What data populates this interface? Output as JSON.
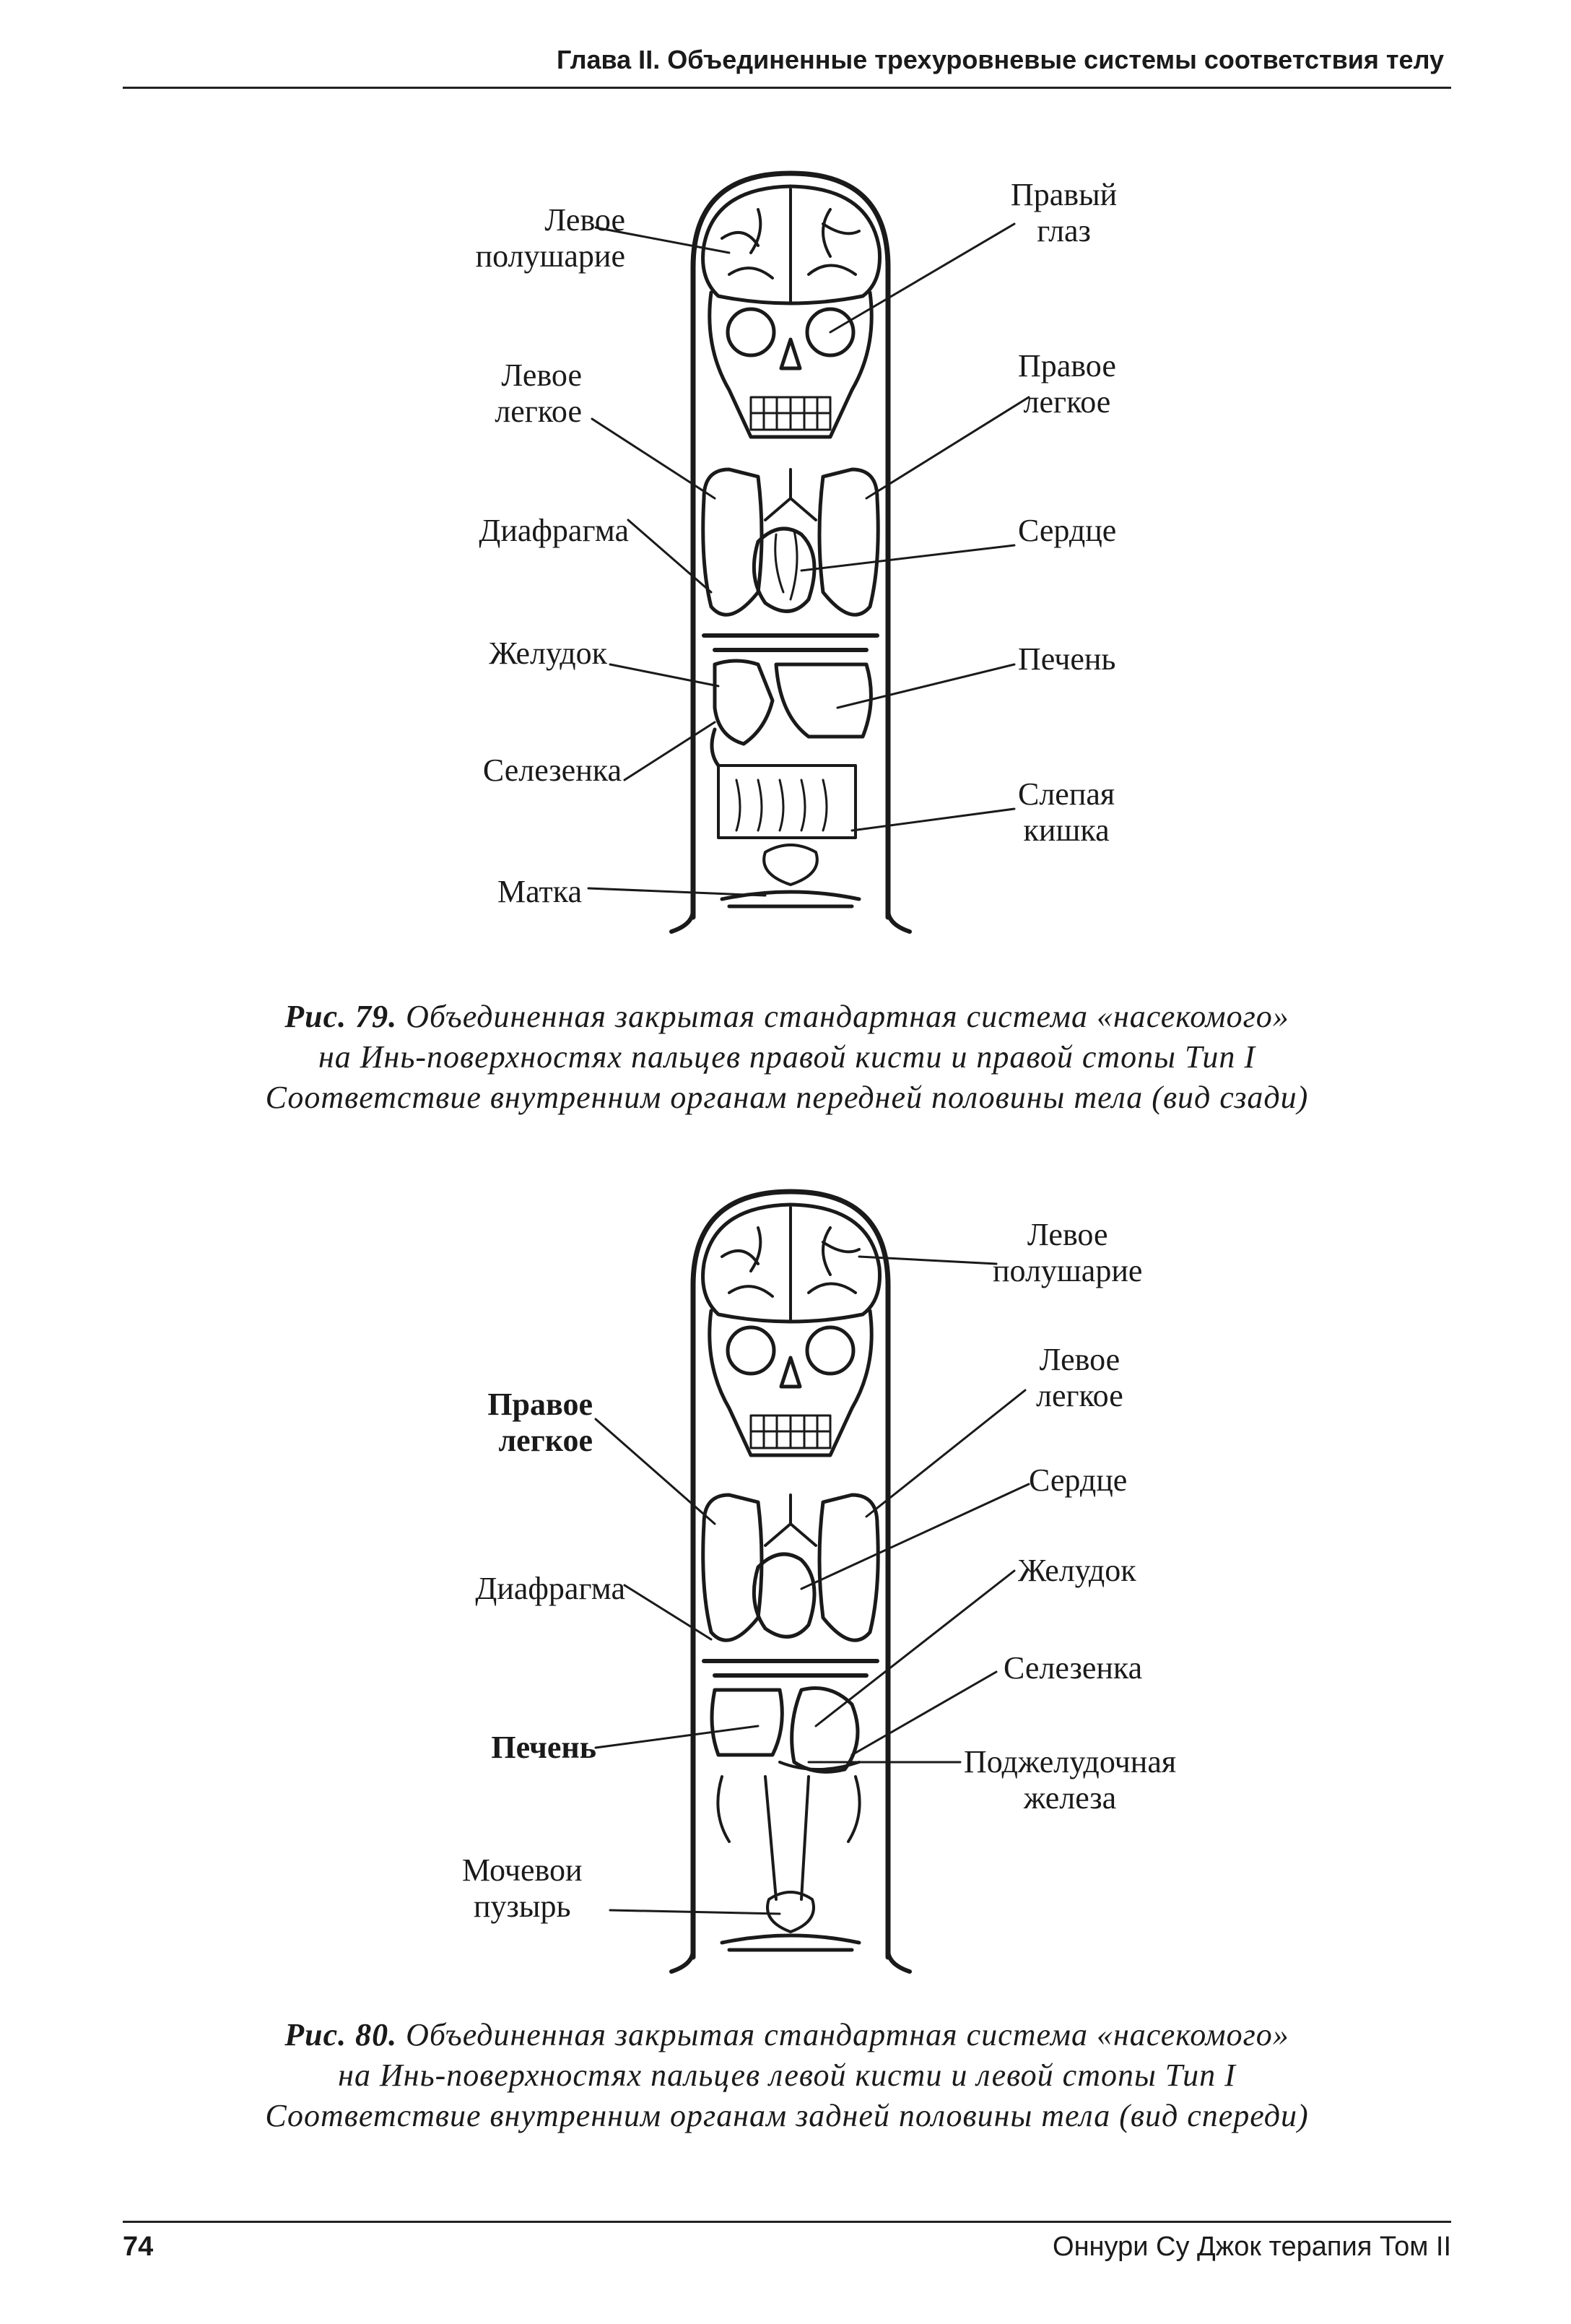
{
  "header": {
    "title": "Глава II. Объединенные трехуровневые системы соответствия телу"
  },
  "figure79": {
    "labels": {
      "left_hemisphere": "Левое\nполушарие",
      "right_eye": "Правый\nглаз",
      "left_lung": "Левое\nлегкое",
      "right_lung": "Правое\nлегкое",
      "diaphragm": "Диафрагма",
      "heart": "Сердце",
      "stomach": "Желудок",
      "liver": "Печень",
      "spleen": "Селезенка",
      "cecum": "Слепая\nкишка",
      "uterus": "Матка"
    },
    "caption": {
      "lead": "Рис. 79.",
      "line1": " Объединенная закрытая стандартная система «насекомого»",
      "line2": "на Инь-поверхностях пальцев правой кисти и правой стопы  Тип I",
      "line3": "Соответствие внутренним органам передней половины тела (вид сзади)"
    }
  },
  "figure80": {
    "labels": {
      "left_hemisphere": "Левое\nполушарие",
      "left_lung": "Левое\nлегкое",
      "right_lung": "Правое\nлегкое",
      "heart": "Сердце",
      "stomach": "Желудок",
      "diaphragm": "Диафрагма",
      "spleen": "Селезенка",
      "liver": "Печень",
      "pancreas": "Поджелудочная\nжелеза",
      "bladder": "Мочевои\nпузырь"
    },
    "caption": {
      "lead": "Рис. 80.",
      "line1": " Объединенная закрытая стандартная система «насекомого»",
      "line2": "на Инь-поверхностях пальцев левой кисти и левой стопы  Тип I",
      "line3": "Соответствие внутренним органам задней половины тела (вид спереди)"
    }
  },
  "footer": {
    "page_number": "74",
    "book_title": "Оннури Су Джок терапия  Том II"
  }
}
